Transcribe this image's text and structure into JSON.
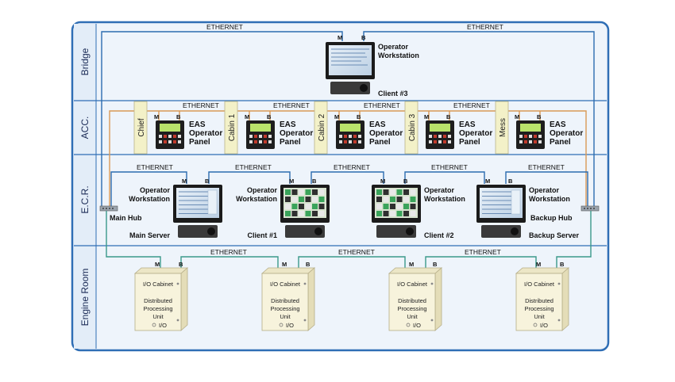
{
  "zones": {
    "bridge": "Bridge",
    "acc": "ACC.",
    "ecr": "E.C.R.",
    "engine": "Engine Room"
  },
  "ethernet": "ETHERNET",
  "ports": {
    "m": "M",
    "b": "B"
  },
  "bridge": {
    "ws_line1": "Operator",
    "ws_line2": "Workstation",
    "client": "Client #3"
  },
  "acc": {
    "tabs": [
      "Chief",
      "Cabin 1",
      "Cabin 2",
      "Cabin 3",
      "Mess"
    ],
    "panel_line1": "EAS",
    "panel_line2": "Operator",
    "panel_line3": "Panel"
  },
  "ecr": {
    "main_hub": "Main Hub",
    "backup_hub": "Backup Hub",
    "ws_line1": "Operator",
    "ws_line2": "Workstation",
    "stations": [
      "Main Server",
      "Client #1",
      "Client #2",
      "Backup Server"
    ]
  },
  "engine": {
    "cabinet_title": "I/O Cabinet",
    "line1": "Distributed",
    "line2": "Processing",
    "line3": "Unit",
    "io": "I/O"
  },
  "colors": {
    "frame": "#2f6eb5",
    "blue_net": "#2b6cb0",
    "green_net": "#3a9a8a",
    "orange_net": "#d99a56",
    "zone_bg": "#eef4fb",
    "tab_bg": "#f3f1c8",
    "cabinet_bg": "#f7f3dc"
  }
}
